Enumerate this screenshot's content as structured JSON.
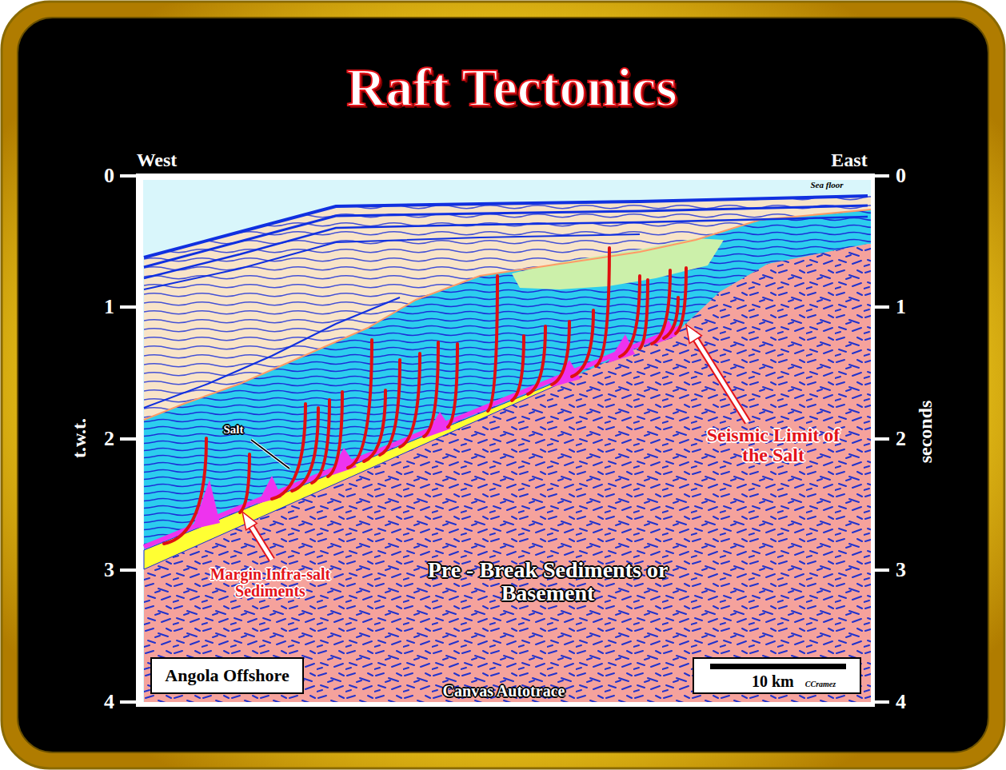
{
  "diagram": {
    "title": "Raft Tectonics",
    "nodes": [
      {
        "text": [
          "Angola Offshore"
        ]
      },
      {
        "text": [
          "10 km",
          "CCramez"
        ]
      }
    ],
    "labels": [
      "West",
      "East",
      "0",
      "1",
      "2",
      "3",
      "4",
      "0",
      "1",
      "2",
      "3",
      "4",
      "t.w.t.",
      "seconds",
      "Sea floor",
      "Salt",
      "Seismic Limit of the Salt",
      "Margin Infra-salt Sediments",
      "Pre - Break Sediments or Basement",
      "Canvas Autotrace"
    ]
  }
}
